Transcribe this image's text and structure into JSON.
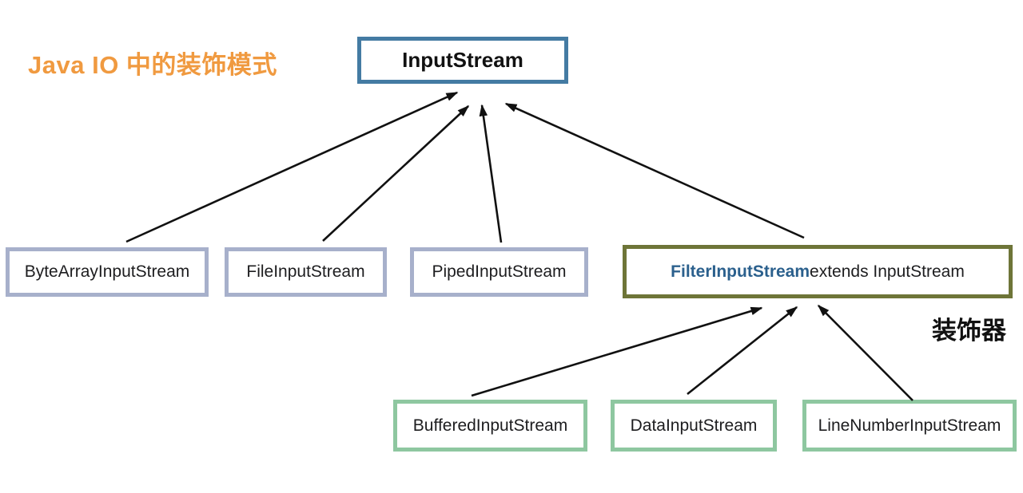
{
  "title": {
    "text": "Java IO 中的装饰模式"
  },
  "nodes": {
    "input_stream": {
      "label": "InputStream"
    },
    "byte_array": {
      "label": "ByteArrayInputStream"
    },
    "file": {
      "label": "FileInputStream"
    },
    "piped": {
      "label": "PipedInputStream"
    },
    "filter": {
      "name": "FilterInputStream",
      "suffix": " extends InputStream"
    },
    "buffered": {
      "label": "BufferedInputStream"
    },
    "data": {
      "label": "DataInputStream"
    },
    "line_number": {
      "label": "LineNumberInputStream"
    }
  },
  "decorator_label": "装饰器",
  "edges": [
    {
      "from": "byte_array",
      "to": "input_stream"
    },
    {
      "from": "file",
      "to": "input_stream"
    },
    {
      "from": "piped",
      "to": "input_stream"
    },
    {
      "from": "filter",
      "to": "input_stream"
    },
    {
      "from": "buffered",
      "to": "filter"
    },
    {
      "from": "data",
      "to": "filter"
    },
    {
      "from": "line_number",
      "to": "filter"
    }
  ],
  "colors": {
    "title_orange": "#f09a40",
    "root_border_blue": "#447ba3",
    "direct_border_lavender": "#a7b0cb",
    "filter_border_olive": "#6e7538",
    "decorated_border_green": "#8ec7a0",
    "filter_name_blue": "#2b608d",
    "arrow_black": "#111111"
  }
}
